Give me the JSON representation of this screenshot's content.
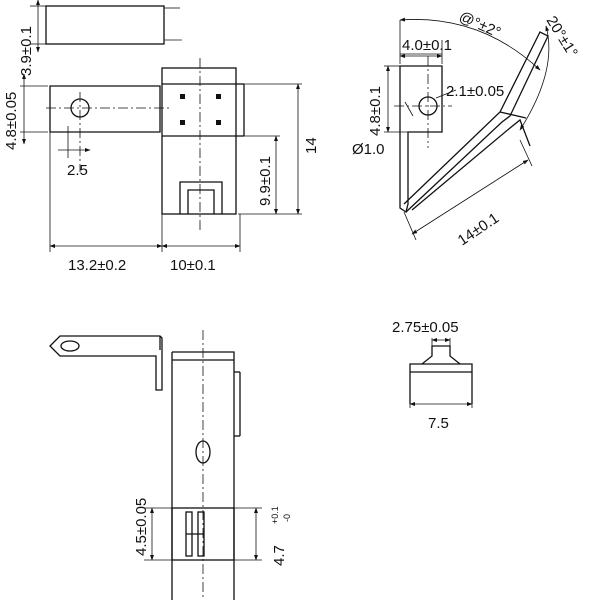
{
  "top_view": {
    "dim_height_thickness": "3.9±0.1",
    "dim_tab_height": "4.8±0.05",
    "dim_hole_offset": "2.5",
    "dim_tab_length": "13.2±0.2",
    "dim_body_length": "10±0.1",
    "dim_lower_height": "9.9±0.1",
    "dim_total_height": "14"
  },
  "side_view": {
    "dim_angle_a": "@°±2°",
    "dim_angle_b": "20°±1°",
    "dim_tab_width": "4.0±0.1",
    "dim_hole_dia": "2.1±0.05",
    "dim_tab_height": "4.8±0.1",
    "dim_pin_dia": "Ø1.0",
    "dim_slant_length": "14±0.1"
  },
  "section_view": {
    "dim_inner": "2.75±0.05",
    "dim_outer": "7.5"
  },
  "front_view": {
    "dim_slot_height": "4.5±0.05",
    "dim_slot_width": "4.7",
    "dim_slot_width_tol_upper": "+0.1",
    "dim_slot_width_tol_lower": "-0"
  }
}
